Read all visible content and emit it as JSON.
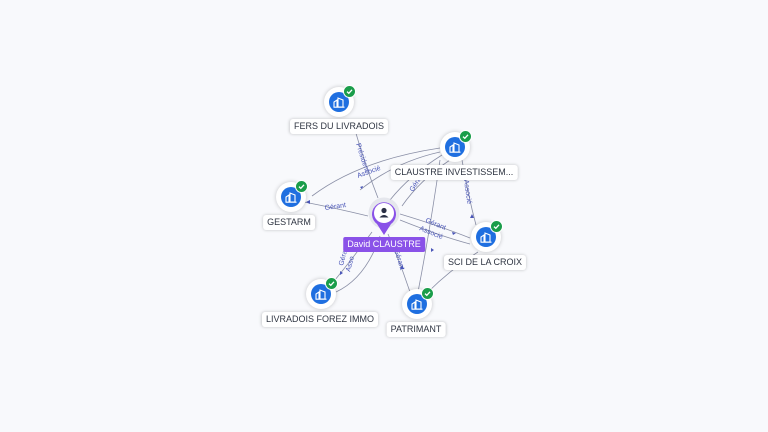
{
  "center": {
    "name": "David CLAUSTRE",
    "icon": "person-icon",
    "color": "#8a52e8"
  },
  "companies": [
    {
      "id": "fers",
      "name": "FERS DU LIVRADOIS",
      "icon": "building-icon",
      "verified": true
    },
    {
      "id": "claustre",
      "name": "CLAUSTRE INVESTISSEM...",
      "icon": "building-icon",
      "verified": true
    },
    {
      "id": "gestarm",
      "name": "GESTARM",
      "icon": "building-icon",
      "verified": true
    },
    {
      "id": "sci",
      "name": "SCI DE LA CROIX",
      "icon": "building-icon",
      "verified": true
    },
    {
      "id": "livradois",
      "name": "LIVRADOIS FOREZ IMMO",
      "icon": "building-icon",
      "verified": true
    },
    {
      "id": "patrimant",
      "name": "PATRIMANT",
      "icon": "building-icon",
      "verified": true
    }
  ],
  "relations": [
    {
      "label": "Président"
    },
    {
      "label": "Associé"
    },
    {
      "label": "Gérant"
    },
    {
      "label": "Géra"
    },
    {
      "label": "Associé"
    },
    {
      "label": "Gérant"
    },
    {
      "label": "Associé"
    },
    {
      "label": "Géra"
    },
    {
      "label": "Asso"
    },
    {
      "label": "Gérant"
    }
  ],
  "colors": {
    "company": "#1f6fe0",
    "verified": "#1a9d4a",
    "edge": "#8a8fa6",
    "edge_label": "#4a56b8"
  }
}
